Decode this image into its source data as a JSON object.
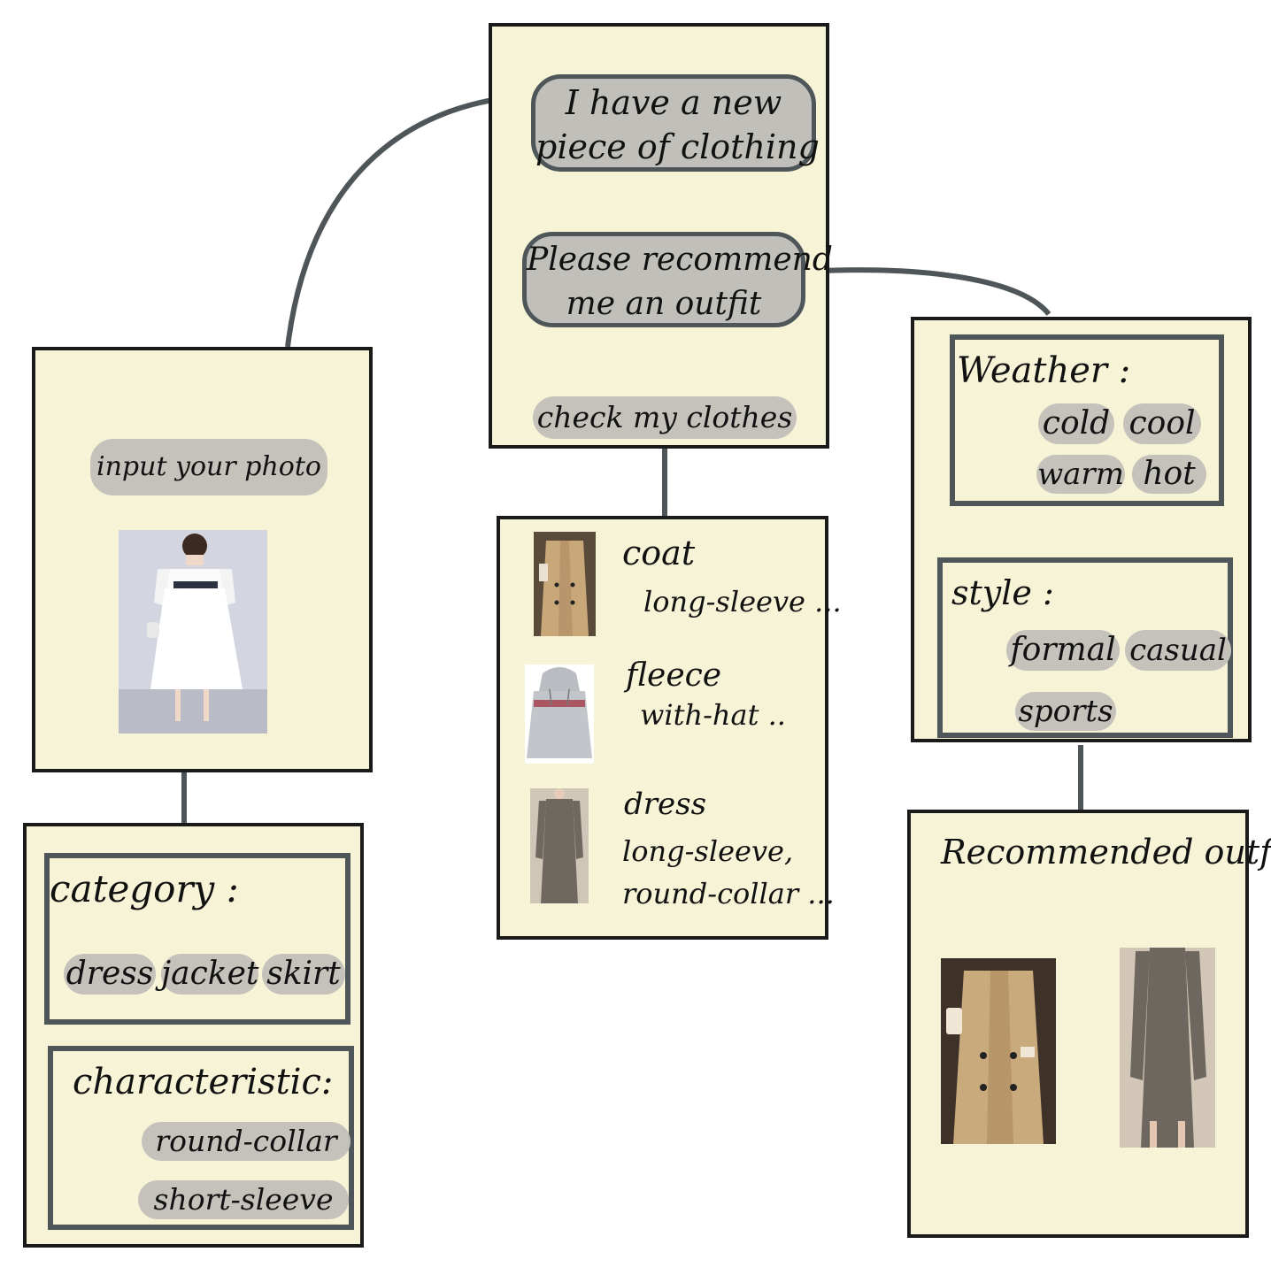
{
  "chat": {
    "new_clothing": "I have a new piece of clothing",
    "new_clothing_line1": "I have a new",
    "new_clothing_line2": "piece of clothing",
    "recommend": "Please recommend me an outfit",
    "recommend_line1": "Please recommend",
    "recommend_line2": "me an outfit",
    "check": "check my clothes"
  },
  "upload": {
    "input_label": "input your photo",
    "photo_icon": "white-dress-photo"
  },
  "wardrobe": {
    "items": [
      {
        "name": "coat",
        "desc": "long-sleeve ...",
        "icon": "camel-coat-photo"
      },
      {
        "name": "fleece",
        "desc": "with-hat ..",
        "icon": "grey-hoodie-photo"
      },
      {
        "name": "dress",
        "desc": "long-sleeve,",
        "desc2": "round-collar ...",
        "icon": "grey-dress-photo"
      }
    ]
  },
  "attributes": {
    "category_label": "category :",
    "categories": [
      "dress",
      "jacket",
      "skirt"
    ],
    "characteristic_label": "characteristic:",
    "characteristics": [
      "round-collar",
      "short-sleeve"
    ]
  },
  "preferences": {
    "weather_label": "Weather :",
    "weather": [
      "cold",
      "cool",
      "warm",
      "hot"
    ],
    "style_label": "style :",
    "styles": [
      "formal",
      "casual",
      "sports"
    ]
  },
  "result": {
    "title": "Recommended outfit",
    "items": [
      "camel-coat-photo",
      "grey-dress-photo"
    ]
  },
  "colors": {
    "panel": "#f6f3d6",
    "pill": "#c4c2bb",
    "line": "#4f5659",
    "border": "#1a1a1a"
  }
}
